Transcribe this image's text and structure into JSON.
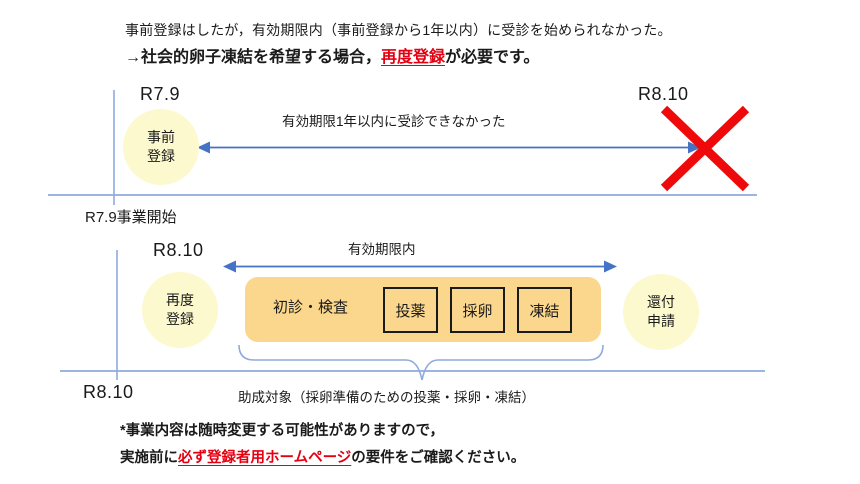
{
  "colors": {
    "axis_blue": "#8faadc",
    "arrow_blue": "#4472c4",
    "pale_yellow": "#fcf9cf",
    "orange": "#fad78c",
    "red_text": "#e50011",
    "red_x": "#ee0a0a",
    "text": "#1a1a1a"
  },
  "header": {
    "line1": "事前登録はしたが，有効期限内（事前登録から1年以内）に受診を始められなかった。",
    "line2_prefix": "→社会的卵子凍結を希望する場合，",
    "line2_highlight": "再度登録",
    "line2_suffix": "が必要です。"
  },
  "timeline1": {
    "start_label": "R7.9",
    "end_label": "R8.10",
    "circle_line1": "事前",
    "circle_line2": "登録",
    "arrow_caption": "有効期限1年以内に受診できなかった"
  },
  "era_label": "R7.9事業開始",
  "timeline2": {
    "start_label": "R8.10",
    "axis_label": "R8.10",
    "arrow_caption": "有効期限内",
    "reregister_line1": "再度",
    "reregister_line2": "登録",
    "process_label": "初診・検査",
    "steps": [
      "投薬",
      "採卵",
      "凍結"
    ],
    "refund_line1": "還付",
    "refund_line2": "申請",
    "brace_caption": "助成対象（採卵準備のための投薬・採卵・凍結）"
  },
  "footer": {
    "line1": "*事業内容は随時変更する可能性がありますので，",
    "line2_prefix": "実施前に",
    "line2_highlight": "必ず登録者用ホームページ",
    "line2_suffix": "の要件をご確認ください。"
  }
}
